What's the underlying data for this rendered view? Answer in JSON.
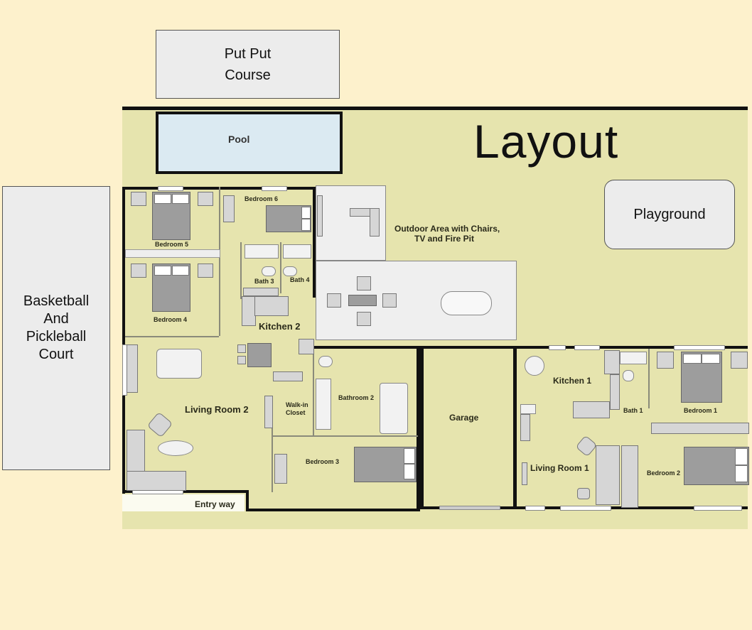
{
  "title": "Layout",
  "amenities": {
    "putput": {
      "line1": "Put Put",
      "line2": "Course"
    },
    "court": {
      "line1": "Basketball",
      "line2": "And",
      "line3": "Pickleball",
      "line4": "Court"
    },
    "playground": "Playground",
    "pool": "Pool",
    "outdoor": {
      "line1": "Outdoor Area with Chairs,",
      "line2": "TV and Fire Pit"
    }
  },
  "rooms": {
    "bedroom1": "Bedroom 1",
    "bedroom2": "Bedroom 2",
    "bedroom3": "Bedroom 3",
    "bedroom4": "Bedroom 4",
    "bedroom5": "Bedroom 5",
    "bedroom6": "Bedroom 6",
    "bath1": "Bath 1",
    "bath3": "Bath 3",
    "bath4": "Bath 4",
    "bathroom2": "Bathroom 2",
    "walkin": {
      "line1": "Walk-in",
      "line2": "Closet"
    },
    "kitchen1": "Kitchen 1",
    "kitchen2": "Kitchen 2",
    "living1": "Living Room 1",
    "living2": "Living Room 2",
    "garage": "Garage",
    "entry": "Entry way"
  },
  "colors": {
    "page_background": "#fdf1cc",
    "floor": "#e6e4ae",
    "pool": "#dbeaf2",
    "amenity_box": "#ececec",
    "wall": "#111111"
  }
}
